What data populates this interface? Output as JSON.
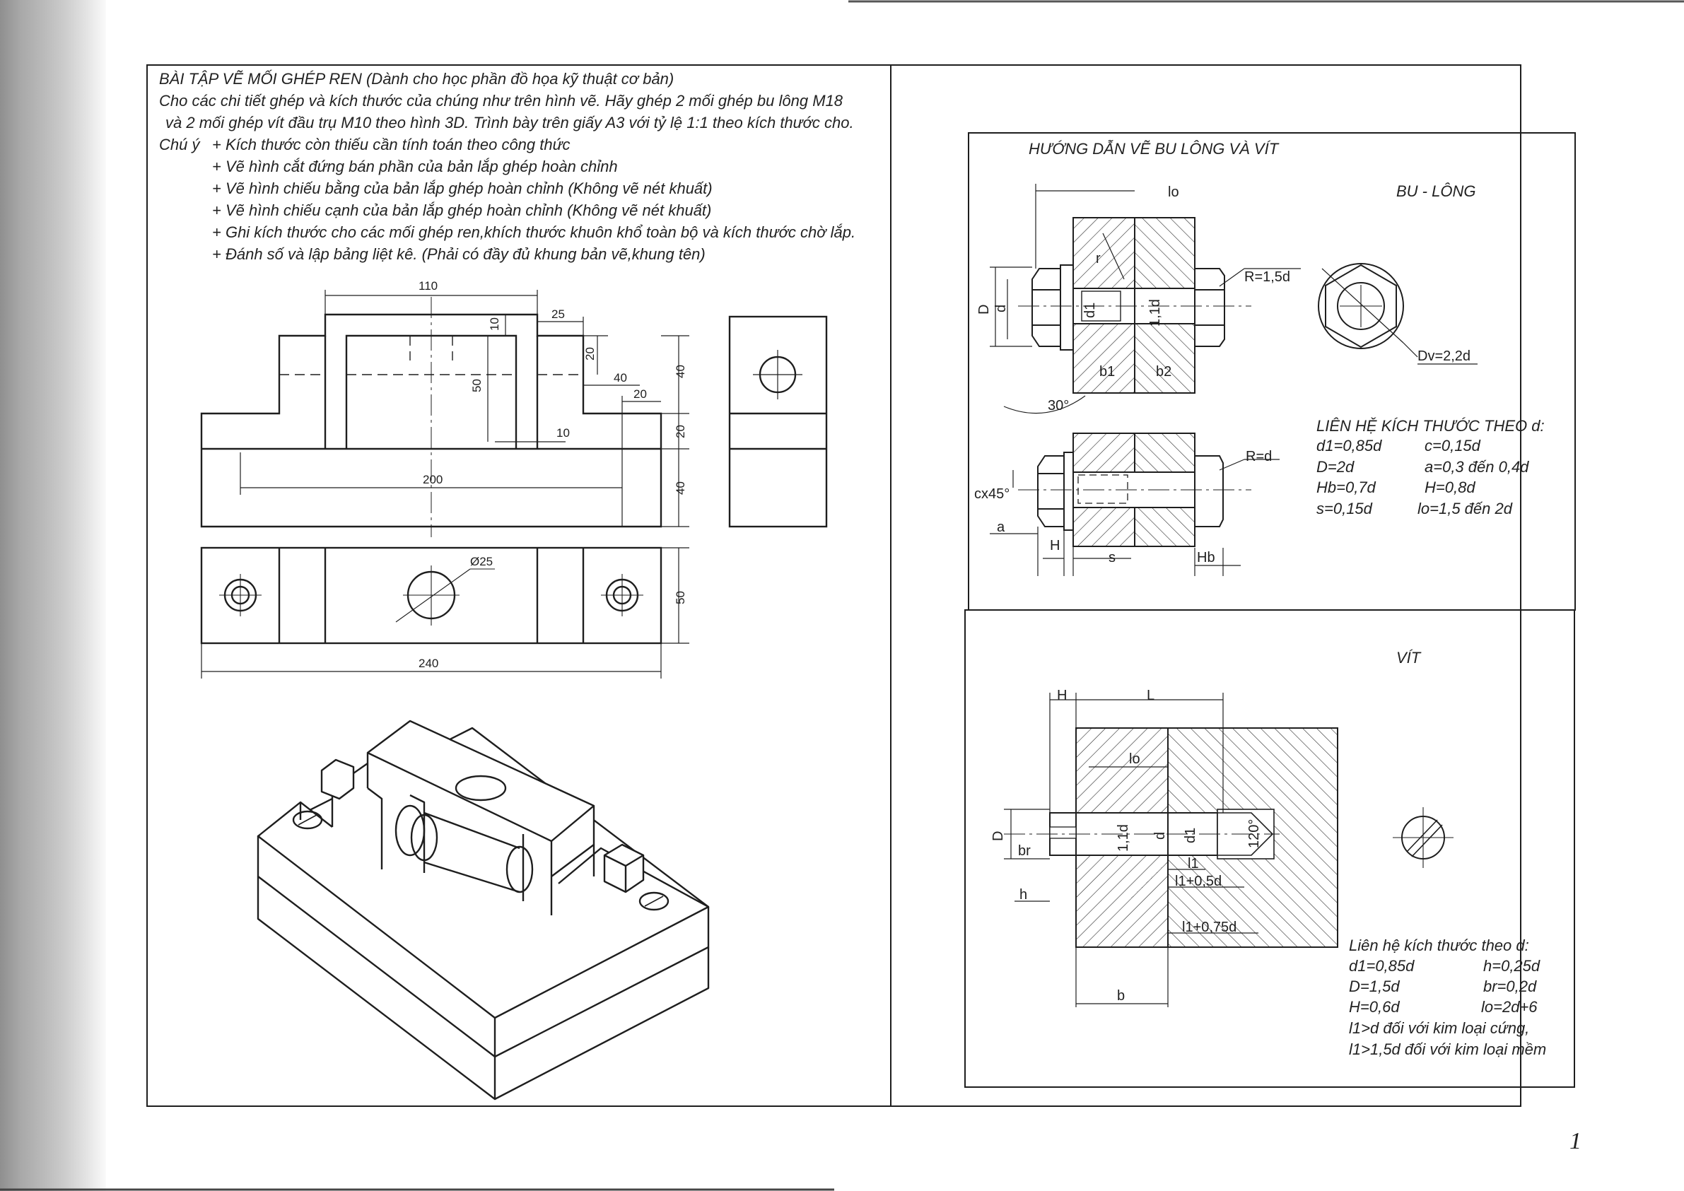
{
  "assignment": {
    "title": "BÀI TẬP VẼ MỐI GHÉP REN (Dành cho học phần đồ họa kỹ thuật cơ bản)",
    "intro_line1": "Cho các chi tiết ghép và kích thước của chúng như trên hình vẽ. Hãy ghép 2 mối ghép bu lông M18",
    "intro_line2": "và 2 mối ghép vít đầu trụ M10 theo hình 3D. Trình bày trên giấy A3 với tỷ lệ 1:1 theo kích thước cho.",
    "note_label": "Chú ý",
    "notes": [
      "+ Kích thước còn thiếu cần tính toán theo công thức",
      "+ Vẽ hình cắt đứng bán phần của bản lắp ghép hoàn chỉnh",
      "+ Vẽ hình chiếu bằng của bản lắp ghép hoàn chỉnh (Không vẽ nét khuất)",
      "+ Vẽ hình chiếu cạnh của bản lắp ghép hoàn chỉnh (Không vẽ nét khuất)",
      "+ Ghi kích thước cho các mối ghép ren,khích thước khuôn khổ toàn bộ và kích thước chờ lắp.",
      "+ Đánh số và lập bảng liệt kê. (Phải có đầy đủ khung bản vẽ,khung tên)"
    ]
  },
  "front_view_dims": {
    "d110": "110",
    "d25": "25",
    "d10a": "10",
    "d20a": "20",
    "d50": "50",
    "d40a": "40",
    "d20b": "20",
    "d10b": "10",
    "d40r1": "40",
    "d20r": "20",
    "d40r2": "40",
    "d200": "200"
  },
  "top_view_dims": {
    "hole": "Ø25",
    "d50": "50",
    "d240": "240"
  },
  "bolt_guide": {
    "heading": "HƯỚNG DẪN VẼ BU LÔNG VÀ VÍT",
    "title": "BU - LÔNG",
    "labels": {
      "lo": "lo",
      "r": "r",
      "R15d": "R=1,5d",
      "D": "D",
      "d": "d",
      "d1": "d1",
      "d11": "1,1d",
      "b1": "b1",
      "b2": "b2",
      "angle": "30°",
      "Dv": "Dv=2,2d",
      "Rd": "R=d",
      "cx45": "cx45°",
      "a": "a",
      "H": "H",
      "s": "s",
      "Hb": "Hb"
    },
    "relations_title": "LIÊN HỆ KÍCH THƯỚC THEO d:",
    "relations": [
      [
        "d1=0,85d",
        "c=0,15d"
      ],
      [
        "D=2d",
        "a=0,3 đến 0,4d"
      ],
      [
        "Hb=0,7d",
        "H=0,8d"
      ],
      [
        "s=0,15d",
        "lo=1,5 đến 2d"
      ]
    ]
  },
  "screw_guide": {
    "title": "VÍT",
    "labels": {
      "H": "H",
      "L": "L",
      "lo": "lo",
      "D": "D",
      "br": "br",
      "h": "h",
      "d11": "1,1d",
      "d": "d",
      "d1": "d1",
      "a120": "120°",
      "l1": "l1",
      "l1_05": "l1+0,5d",
      "l1_075": "l1+0,75d",
      "b": "b"
    },
    "relations_title": "Liên hệ kích thước theo d:",
    "relations": [
      [
        "d1=0,85d",
        "h=0,25d"
      ],
      [
        "D=1,5d",
        "br=0,2d"
      ],
      [
        "H=0,6d",
        "lo=2d+6"
      ]
    ],
    "notes": [
      "l1>d đối với kim loại cứng,",
      "l1>1,5d đối với kim loại mềm"
    ]
  },
  "page_number": "1"
}
